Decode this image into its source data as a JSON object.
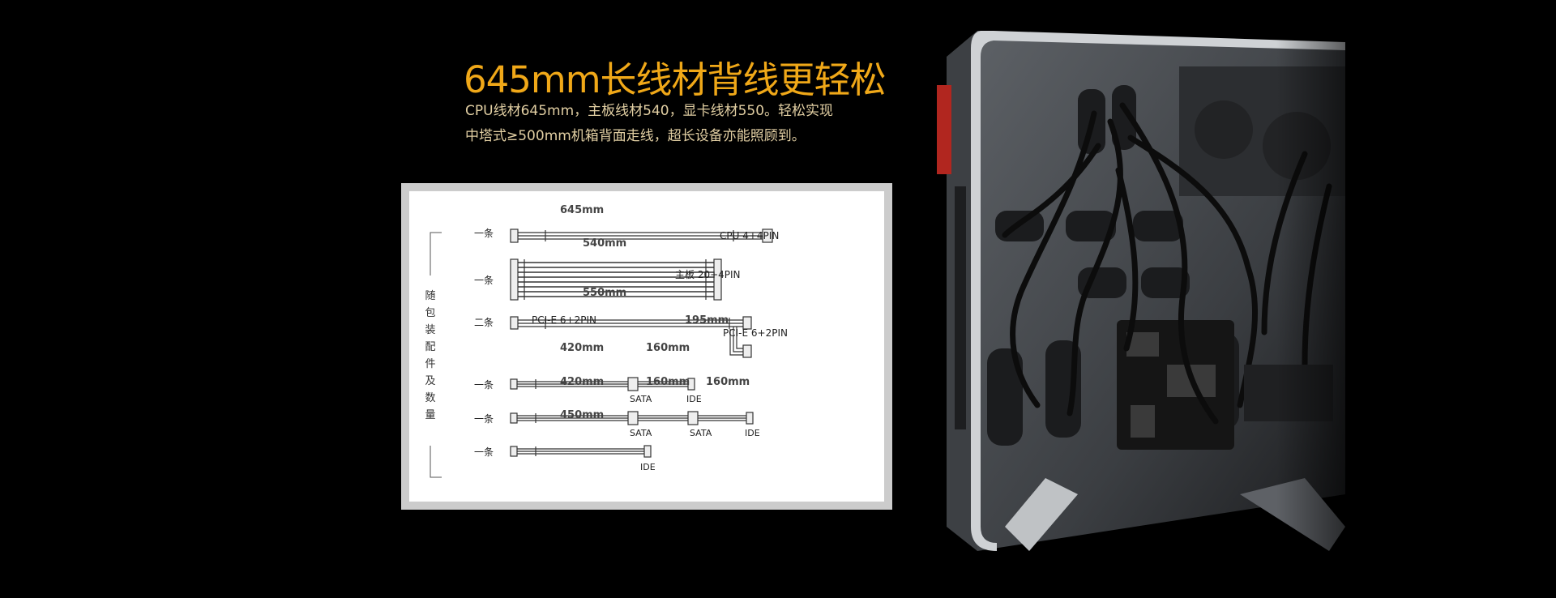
{
  "title": "645mm长线材背线更轻松",
  "desc": {
    "line1": "CPU线材645mm，主板线材540，显卡线材550。轻松实现",
    "line2": "中塔式≥500mm机箱背面走线，超长设备亦能照顾到。"
  },
  "diagram": {
    "side_label": [
      "随",
      "包",
      "装",
      "配",
      "件",
      "及",
      "数",
      "量"
    ],
    "rows": [
      {
        "qty": "一条",
        "length": "645mm",
        "connector": "CPU 4+4PIN"
      },
      {
        "qty": "一条",
        "length": "540mm",
        "connector": "主板 20+4PIN"
      },
      {
        "qty": "二条",
        "length": "550mm",
        "connector": "PCI-E 6+2PIN",
        "ext_length": "195mm",
        "ext_connector": "PCI-E 6+2PIN"
      },
      {
        "qty": "一条",
        "length": "420mm",
        "seg_length": "160mm",
        "label_a": "SATA",
        "label_b": "IDE"
      },
      {
        "qty": "一条",
        "length": "420mm",
        "seg_length": "160mm",
        "seg_length2": "160mm",
        "label_a": "SATA",
        "label_b": "SATA",
        "label_c": "IDE"
      },
      {
        "qty": "一条",
        "length": "450mm",
        "label_a": "IDE"
      }
    ]
  },
  "colors": {
    "title": "#f0a818",
    "desc": "#e2cfa3",
    "background": "#000000",
    "card_border": "#cccccc"
  }
}
